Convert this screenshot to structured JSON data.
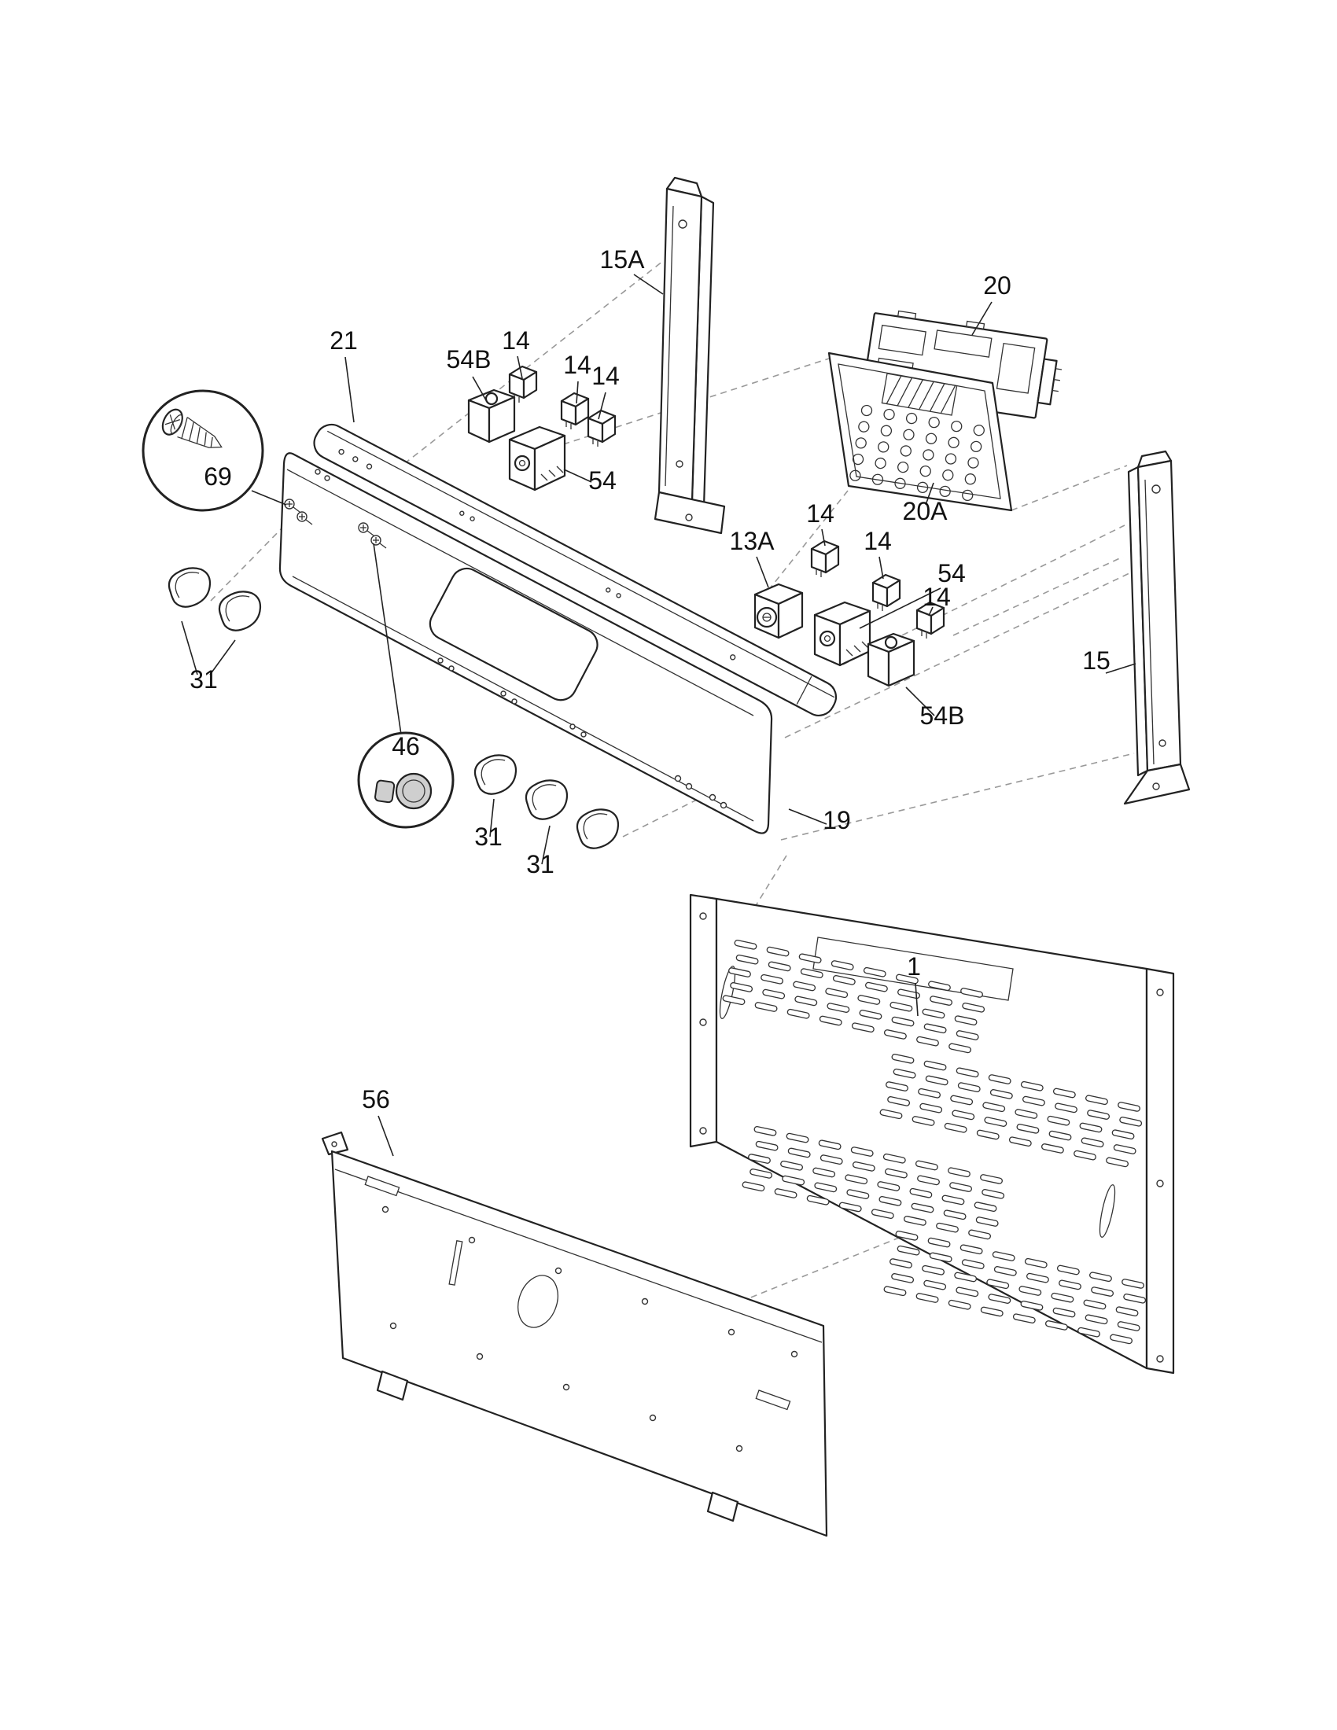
{
  "diagram": {
    "type": "exploded-parts-diagram",
    "background_color": "#ffffff",
    "line_color": "#222222",
    "guide_line_color": "#999999",
    "callouts": {
      "c21": "21",
      "c54b_top": "54B",
      "c14_top_1": "14",
      "c14_top_2": "14",
      "c14_top_3": "14",
      "c15a": "15A",
      "c20": "20",
      "c54_top": "54",
      "c69": "69",
      "c20a": "20A",
      "c13a": "13A",
      "c14_mid_1": "14",
      "c14_mid_2": "14",
      "c54_mid": "54",
      "c14_mid_3": "14",
      "c54b_mid": "54B",
      "c15": "15",
      "c19": "19",
      "c31_left": "31",
      "c46": "46",
      "c31_bottom_1": "31",
      "c31_bottom_2": "31",
      "c1": "1",
      "c56": "56"
    }
  }
}
